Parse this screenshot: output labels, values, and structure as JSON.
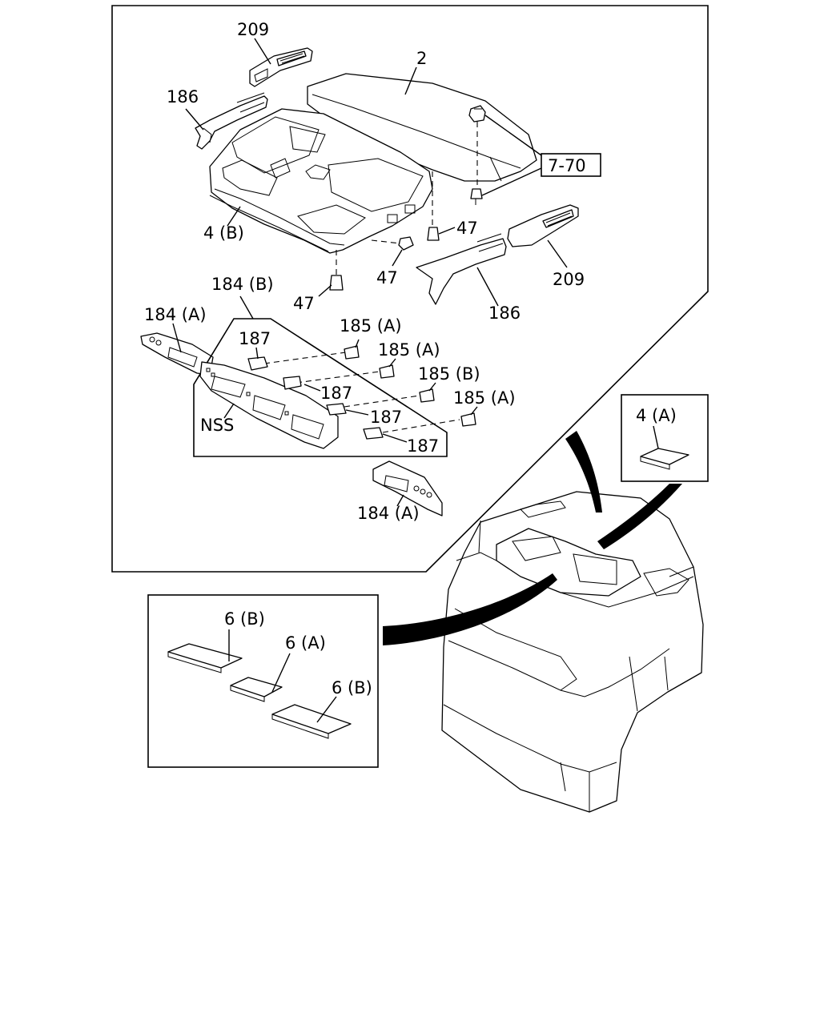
{
  "labels": {
    "p209_top": "209",
    "p2": "2",
    "p186_left": "186",
    "ref_7_70": "7-70",
    "p4b": "4 (B)",
    "p47_a": "47",
    "p47_b": "47",
    "p47_c": "47",
    "p209_right": "209",
    "p186_right": "186",
    "p184b": "184 (B)",
    "p184a_left": "184 (A)",
    "p187_a": "187",
    "p185a_1": "185 (A)",
    "p185a_2": "185 (A)",
    "p185b": "185 (B)",
    "p185a_3": "185 (A)",
    "p187_b": "187",
    "p187_c": "187",
    "p187_d": "187",
    "nss": "NSS",
    "p184a_bottom": "184 (A)",
    "p4a": "4 (A)",
    "p6b_1": "6 (B)",
    "p6a": "6 (A)",
    "p6b_2": "6 (B)"
  }
}
